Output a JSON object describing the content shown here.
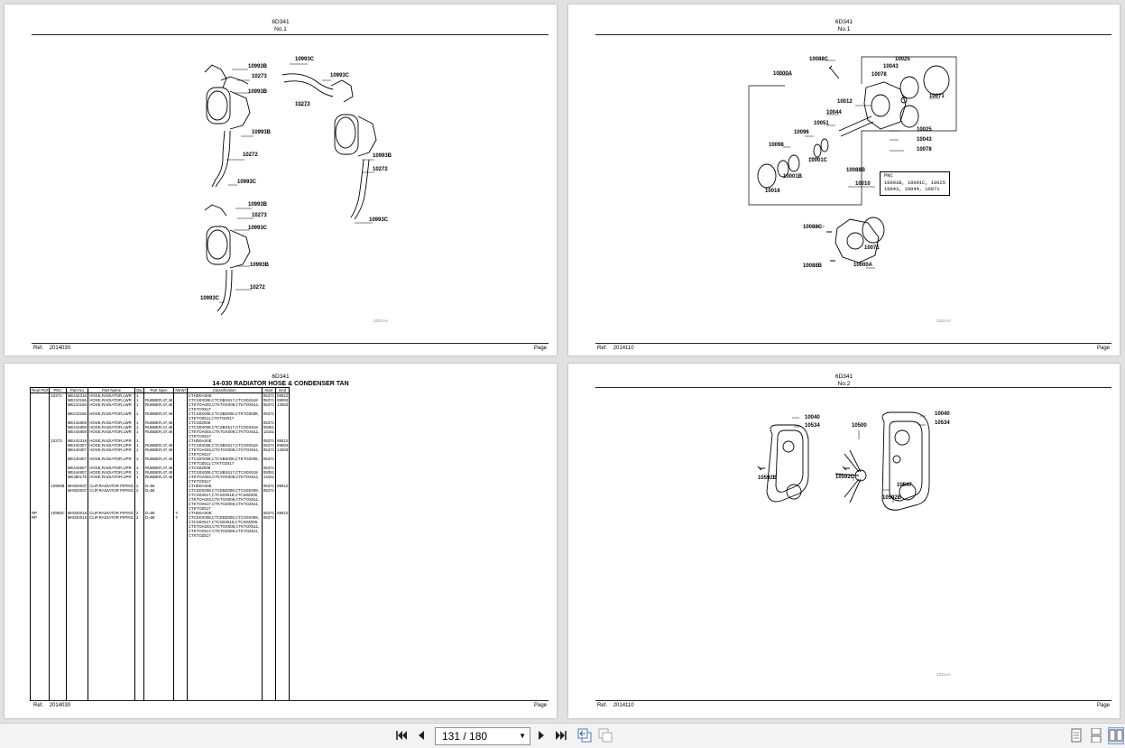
{
  "pages": [
    {
      "model": "6D341",
      "no": "No.1",
      "ref_label": "Ref.",
      "ref": "2014030",
      "page_label": "Page",
      "code": "2331AA",
      "labels": [
        "10993C",
        "10993B",
        "10273",
        "10993C",
        "10993B",
        "10273",
        "10993B",
        "10272",
        "10993C",
        "10993B",
        "10272",
        "10993C",
        "10993B",
        "10273",
        "10993C",
        "10993B",
        "10272",
        "10993C"
      ]
    },
    {
      "model": "6D341",
      "no": "No.1",
      "ref_label": "Ref.",
      "ref": "2014110",
      "page_label": "Page",
      "code": "2331AA",
      "labels": [
        "10088C",
        "10025",
        "10043",
        "10000A",
        "10078",
        "10071",
        "10012",
        "10044",
        "10051",
        "10025",
        "10096",
        "10043",
        "10098",
        "10001C",
        "10078",
        "10088B",
        "10001B",
        "10016",
        "10010",
        "10088C",
        "10071",
        "10088B",
        "10000A"
      ],
      "pnc_box": {
        "title": "PNC",
        "line1": "10001B, 10001C, 10025",
        "line2": "10043, 10044, 10071"
      }
    },
    {
      "model": "6D341",
      "title": "14-030 RADIATOR HOSE & CONDENSER TAN",
      "ref_label": "Ref.",
      "ref": "2014030",
      "page_label": "Page",
      "table": {
        "headers": [
          "Repl Part",
          "PNC",
          "Part No",
          "Part Name",
          "Qty",
          "Part Spec",
          "NEW!",
          "Classification",
          "Start",
          "End"
        ],
        "rows": [
          [
            "",
            "10272",
            "ME442316",
            "HOSE,RADIATOR,LWR",
            "1",
            "",
            "",
            "CTHD0AS0E",
            "05371",
            "08012"
          ],
          [
            "",
            "",
            "ME210166",
            "HOSE,RADIATOR,LWR",
            "1",
            "RUBBER,47,48",
            "",
            "CTCS0X008,CTCSBX517,CTCS0X518",
            "05371",
            "09083"
          ],
          [
            "",
            "",
            "ME210166",
            "HOSE,RADIATOR,LWR",
            "1",
            "RUBBER,47,48",
            "",
            "CTKTOA003,CTKTOX008,CTKTOX511,",
            "05371",
            "13083"
          ],
          [
            "",
            "",
            "",
            "",
            "",
            "",
            "",
            "CTKTOX517",
            "",
            ""
          ],
          [
            "",
            "",
            "ME210166",
            "HOSE,RADIATOR,LWR",
            "1",
            "RUBBER,47,48",
            "",
            "CTCS0X008,CTCSBZ008,CTKTOZ008,",
            "05371",
            ""
          ],
          [
            "",
            "",
            "",
            "",
            "",
            "",
            "",
            "CTKTOZ511,CTKTOZ517",
            "",
            ""
          ],
          [
            "",
            "",
            "ME444808",
            "HOSE,RADIATOR,LWR",
            "1",
            "RUBBER,47,48",
            "",
            "CTCS0Z008",
            "05371",
            ""
          ],
          [
            "",
            "",
            "ME444808",
            "HOSE,RADIATOR,LWR",
            "1",
            "RUBBER,47,48",
            "",
            "CTCS0X008,CTCSBX517,CTCS0X518",
            "09351",
            ""
          ],
          [
            "",
            "",
            "ME444808",
            "HOSE,RADIATOR,LWR",
            "1",
            "RUBBER,47,48",
            "",
            "CTKTOA003,CTKTOX008,CTKTOX511,",
            "13161",
            ""
          ],
          [
            "",
            "",
            "",
            "",
            "",
            "",
            "",
            "CTKTOX517",
            "",
            ""
          ],
          [
            "",
            "10273",
            "ME442318",
            "HOSE,RADIATOR,UPR",
            "1",
            "",
            "",
            "CTHD0AS0E",
            "05371",
            "08012"
          ],
          [
            "",
            "",
            "ME440307",
            "HOSE,RADIATOR,UPR",
            "1",
            "RUBBER,47,48",
            "",
            "CTCS0X008,CTCSBX517,CTCS0X518",
            "05371",
            "09083"
          ],
          [
            "",
            "",
            "ME440307",
            "HOSE,RADIATOR,UPR",
            "1",
            "RUBBER,47,48",
            "",
            "CTKTOA003,CTKTOX008,CTKTOX511,",
            "05371",
            "13083"
          ],
          [
            "",
            "",
            "",
            "",
            "",
            "",
            "",
            "CTKTOX517",
            "",
            ""
          ],
          [
            "",
            "",
            "ME440307",
            "HOSE,RADIATOR,UPR",
            "1",
            "RUBBER,47,48",
            "",
            "CTCS0X008,CTCSBZ008,CTKTOZ008,",
            "05371",
            ""
          ],
          [
            "",
            "",
            "",
            "",
            "",
            "",
            "",
            "CTKTOZ511,CTKTOZ517",
            "",
            ""
          ],
          [
            "",
            "",
            "ME444807",
            "HOSE,RADIATOR,UPR",
            "1",
            "RUBBER,47,48",
            "",
            "CTCS0Z008",
            "05371",
            ""
          ],
          [
            "",
            "",
            "ME444807",
            "HOSE,RADIATOR,UPR",
            "1",
            "RUBBER,47,48",
            "",
            "CTCS0X008,CTCSBX517,CTCS0X518",
            "09351",
            ""
          ],
          [
            "",
            "",
            "ME380175",
            "HOSE,RADIATOR,UPR",
            "1",
            "RUBBER,47,48",
            "",
            "CTKTOA003,CTKTOX008,CTKTOX511,",
            "13161",
            ""
          ],
          [
            "",
            "",
            "",
            "",
            "",
            "",
            "",
            "CTKTOX517",
            "",
            ""
          ],
          [
            "",
            "10993B",
            "MH020037",
            "CLIP,RADIATOR PIPING",
            "2",
            "D=55",
            "",
            "CTHD0AS0E",
            "05371",
            "08012"
          ],
          [
            "",
            "",
            "MH020037",
            "CLIP,RADIATOR PIPING",
            "2",
            "D=55",
            "",
            "CTCD0X008,CTCEBZ008,CTCS0X008,",
            "05371",
            ""
          ],
          [
            "",
            "",
            "",
            "",
            "",
            "",
            "",
            "CTCS0X517,CTCS0X518,CTCS0Z008,",
            "",
            ""
          ],
          [
            "",
            "",
            "",
            "",
            "",
            "",
            "",
            "CTKTOA003,CTKTOX008,CTKTOX511,",
            "",
            ""
          ],
          [
            "",
            "",
            "",
            "",
            "",
            "",
            "",
            "CTKTOX517,CTKTOZ008,CTKTOZ511,",
            "",
            ""
          ],
          [
            "",
            "",
            "",
            "",
            "",
            "",
            "",
            "CTKTOZ517",
            "",
            ""
          ],
          [
            "RP",
            "10993C",
            "MH020015",
            "CLIP,RADIATOR PIPING",
            "2",
            "D=68",
            "Y",
            "CTHD0AS0E",
            "05371",
            "08012"
          ],
          [
            "RP",
            "",
            "MH020015",
            "CLIP,RADIATOR PIPING",
            "2",
            "D=68",
            "Y",
            "CTCD0X008,CTCEBZ008,CTCS0X008,",
            "05371",
            ""
          ],
          [
            "",
            "",
            "",
            "",
            "",
            "",
            "",
            "CTCS0X517,CTCS0X518,CTCS0Z008,",
            "",
            ""
          ],
          [
            "",
            "",
            "",
            "",
            "",
            "",
            "",
            "CTKTOA003,CTKTOX008,CTKTOX511,",
            "",
            ""
          ],
          [
            "",
            "",
            "",
            "",
            "",
            "",
            "",
            "CTKTOX517,CTKTOZ008,CTKTOZ511,",
            "",
            ""
          ],
          [
            "",
            "",
            "",
            "",
            "",
            "",
            "",
            "CTKTOZ517",
            "",
            ""
          ]
        ]
      }
    },
    {
      "model": "6D341",
      "no": "No.2",
      "ref_label": "Ref.",
      "ref": "2014110",
      "page_label": "Page",
      "code": "2331AA",
      "labels": [
        "10040",
        "10534",
        "10500",
        "10040",
        "10534",
        "10592B",
        "10592C",
        "10547",
        "10592B"
      ]
    }
  ],
  "toolbar": {
    "page_indicator": "131 / 180",
    "first_icon": "first-page-icon",
    "prev_icon": "previous-page-icon",
    "next_icon": "next-page-icon",
    "last_icon": "last-page-icon"
  }
}
